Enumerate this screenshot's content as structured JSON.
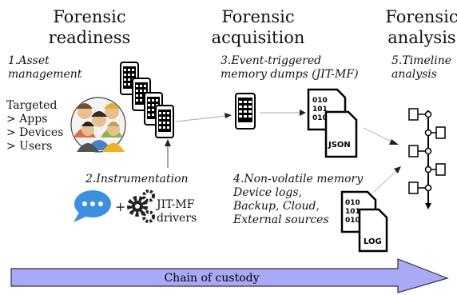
{
  "headings": {
    "readiness": "Forensic\nreadiness",
    "acquisition": "Forensic\nacquisition",
    "analysis": "Forensic\nanalysis"
  },
  "labels": {
    "asset_management": "1.Asset\nmanagement",
    "targeted": "Targeted\n> Apps\n> Devices\n> Users",
    "instrumentation": "2.Instrumentation",
    "jitmf_drivers": "JIT-MF\ndrivers",
    "plus": "+",
    "event_dumps": "3.Event-triggered\nmemory dumps (JIT-MF)",
    "nonvolatile": "4.Non-volatile memory\nDevice logs,\nBackup, Cloud,\nExternal sources",
    "timeline": "5.Timeline\nanalysis",
    "chain": "Chain of custody"
  },
  "file_icons": {
    "binary_text": "010\n101\n010",
    "json": "JSON",
    "log": "LOG"
  },
  "colors": {
    "arrow_fill": "#a9a9f8",
    "arrow_stroke": "#333333",
    "chat_blue": "#3d8fe0"
  }
}
